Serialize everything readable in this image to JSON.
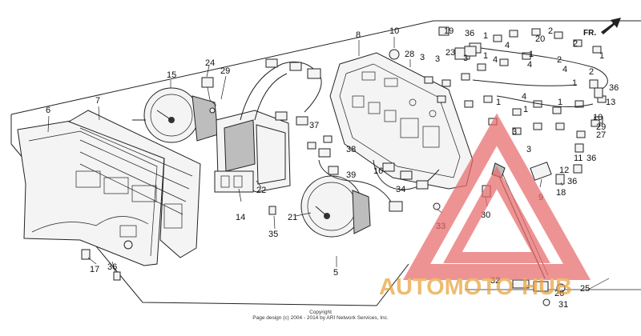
{
  "callouts": [
    {
      "id": "c1",
      "text": "1"
    },
    {
      "id": "c2",
      "text": "1"
    },
    {
      "id": "c3",
      "text": "1"
    },
    {
      "id": "c4",
      "text": "1"
    },
    {
      "id": "c5",
      "text": "1"
    },
    {
      "id": "c6",
      "text": "1"
    },
    {
      "id": "c7",
      "text": "1"
    },
    {
      "id": "c8",
      "text": "1"
    },
    {
      "id": "c9",
      "text": "2"
    },
    {
      "id": "c10",
      "text": "2"
    },
    {
      "id": "c11",
      "text": "2"
    },
    {
      "id": "c12",
      "text": "2"
    },
    {
      "id": "c13",
      "text": "3"
    },
    {
      "id": "c14",
      "text": "3"
    },
    {
      "id": "c15",
      "text": "3"
    },
    {
      "id": "c16",
      "text": "3"
    },
    {
      "id": "c17",
      "text": "3"
    },
    {
      "id": "c18",
      "text": "4"
    },
    {
      "id": "c19",
      "text": "4"
    },
    {
      "id": "c20",
      "text": "4"
    },
    {
      "id": "c21",
      "text": "4"
    },
    {
      "id": "c22",
      "text": "4"
    },
    {
      "id": "c23",
      "text": "5"
    },
    {
      "id": "c24",
      "text": "6"
    },
    {
      "id": "c25",
      "text": "7"
    },
    {
      "id": "c26",
      "text": "8"
    },
    {
      "id": "c27",
      "text": "9"
    },
    {
      "id": "c28",
      "text": "10"
    },
    {
      "id": "c29",
      "text": "10"
    },
    {
      "id": "c30",
      "text": "11"
    },
    {
      "id": "c31",
      "text": "12"
    },
    {
      "id": "c32",
      "text": "13"
    },
    {
      "id": "c33",
      "text": "14"
    },
    {
      "id": "c34",
      "text": "15"
    },
    {
      "id": "c35",
      "text": "16"
    },
    {
      "id": "c36",
      "text": "17"
    },
    {
      "id": "c37",
      "text": "18"
    },
    {
      "id": "c38",
      "text": "19"
    },
    {
      "id": "c39",
      "text": "20"
    },
    {
      "id": "c40",
      "text": "21"
    },
    {
      "id": "c41",
      "text": "22"
    },
    {
      "id": "c42",
      "text": "23"
    },
    {
      "id": "c43",
      "text": "24"
    },
    {
      "id": "c44",
      "text": "25"
    },
    {
      "id": "c45",
      "text": "26"
    },
    {
      "id": "c46",
      "text": "27"
    },
    {
      "id": "c47",
      "text": "28"
    },
    {
      "id": "c48",
      "text": "29"
    },
    {
      "id": "c49",
      "text": "29"
    },
    {
      "id": "c50",
      "text": "30"
    },
    {
      "id": "c51",
      "text": "31"
    },
    {
      "id": "c52",
      "text": "32"
    },
    {
      "id": "c53",
      "text": "33"
    },
    {
      "id": "c54",
      "text": "34"
    },
    {
      "id": "c55",
      "text": "35"
    },
    {
      "id": "c56",
      "text": "36"
    },
    {
      "id": "c57",
      "text": "36"
    },
    {
      "id": "c58",
      "text": "36"
    },
    {
      "id": "c59",
      "text": "36"
    },
    {
      "id": "c60",
      "text": "36"
    },
    {
      "id": "c61",
      "text": "37"
    },
    {
      "id": "c62",
      "text": "38"
    },
    {
      "id": "c63",
      "text": "39"
    }
  ],
  "direction_label": "FR.",
  "copyright": {
    "line1": "Copyright",
    "line2": "Page design (c) 2004 - 2014 by ARI Network Services, Inc."
  },
  "watermark": {
    "text_a": "AUTOMOTO",
    "text_b": "HUB",
    "color_primary": "#e8a23a",
    "color_secondary": "#e86a6a"
  }
}
